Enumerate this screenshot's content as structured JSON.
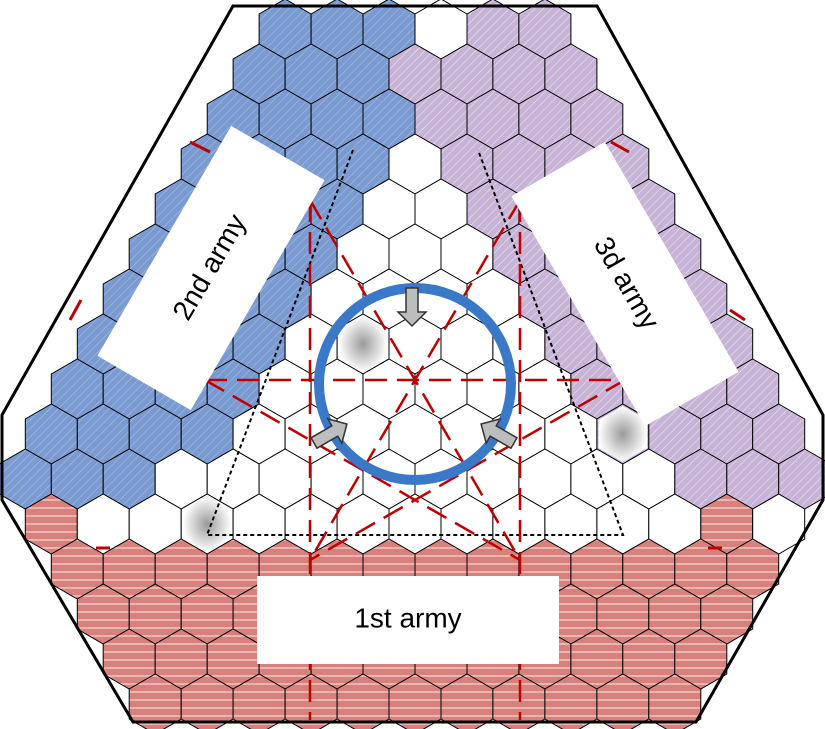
{
  "armies": [
    {
      "id": "first",
      "label": "1st army",
      "color": "#d9807c",
      "stripe": "horizontal"
    },
    {
      "id": "second",
      "label": "2nd army",
      "color": "#7a9bd1",
      "stripe": "diagonal"
    },
    {
      "id": "third",
      "label": "3d army",
      "color": "#c6b3d6",
      "stripe": "diagonal"
    }
  ],
  "colors": {
    "ring": "#3a78c8",
    "sector_lines": "#c00000",
    "hex_outline": "#000000",
    "neutral_hex": "#ffffff",
    "objective_shading": "#9a9a9a",
    "arrow": "#bdbdbd"
  },
  "icons": [
    "attack-arrow-icon",
    "objective-hex-icon"
  ]
}
